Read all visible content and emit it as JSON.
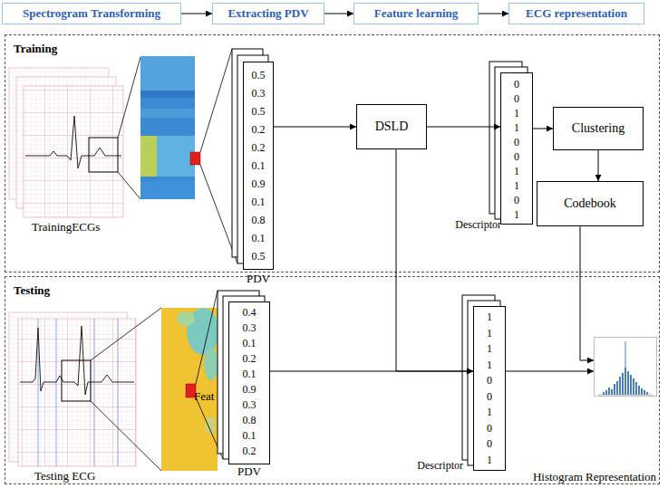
{
  "diagram": {
    "nodes": [
      {
        "text": [
          "Spectrogram Transforming"
        ]
      },
      {
        "text": [
          "Extracting PDV"
        ]
      },
      {
        "text": [
          "Feature learning"
        ]
      },
      {
        "text": [
          "ECG representation"
        ]
      },
      {
        "text": [
          "Training"
        ]
      },
      {
        "text": [
          "0.5 0.3 0.5 0.2 0.2 0.1 0.9 0.1 0.8 0.1 0.5",
          "PDV"
        ],
        "in": 4
      },
      {
        "text": [
          "DSLD"
        ],
        "in": 4
      },
      {
        "text": [
          "0 0 1 1 0 0 1 1 0 1",
          "Descriptor"
        ],
        "in": 4
      },
      {
        "text": [
          "Clustering"
        ],
        "in": 4
      },
      {
        "text": [
          "Codebook"
        ],
        "in": 4
      },
      {
        "text": [
          "Testing"
        ]
      },
      {
        "text": [
          "0.4 0.3 0.1 0.2 0.1 0.9 0.3 0.8 0.1 0.2",
          "PDV"
        ],
        "in": 10
      },
      {
        "text": [
          "1 1 1 1 0 0 1 0 0 1",
          "Descriptor"
        ],
        "in": 10
      },
      {
        "text": [
          "Histogram Representation"
        ],
        "in": 10
      }
    ],
    "edges": [
      {
        "from": 0,
        "to": 1,
        "arrow": "to"
      },
      {
        "from": 1,
        "to": 2,
        "arrow": "to"
      },
      {
        "from": 2,
        "to": 3,
        "arrow": "to"
      },
      {
        "from": 5,
        "to": 6,
        "arrow": "to"
      },
      {
        "from": 6,
        "to": 7,
        "arrow": "to"
      },
      {
        "from": 7,
        "to": 8,
        "arrow": "to"
      },
      {
        "from": 8,
        "to": 9,
        "arrow": "to"
      },
      {
        "from": 6,
        "to": 12,
        "arrow": "to"
      },
      {
        "from": 11,
        "to": 12,
        "arrow": "to"
      },
      {
        "from": 12,
        "to": 13,
        "arrow": "to"
      },
      {
        "from": 9,
        "to": 13,
        "arrow": "to"
      }
    ],
    "labels": [
      "TrainingECGs",
      "Testing ECG",
      "Feat"
    ]
  }
}
